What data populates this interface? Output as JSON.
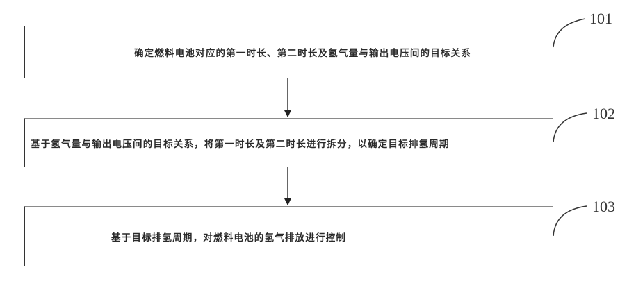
{
  "steps": [
    {
      "id": "101",
      "text": "确定燃料电池对应的第一时长、第二时长及氢气量与输出电压间的目标关系"
    },
    {
      "id": "102",
      "text": "基于氢气量与输出电压间的目标关系，将第一时长及第二时长进行拆分，以确定目标排氢周期"
    },
    {
      "id": "103",
      "text": "基于目标排氢周期，对燃料电池的氢气排放进行控制"
    }
  ],
  "colors": {
    "line": "#333333",
    "box_border": "#8a8a8a",
    "background": "#ffffff"
  }
}
